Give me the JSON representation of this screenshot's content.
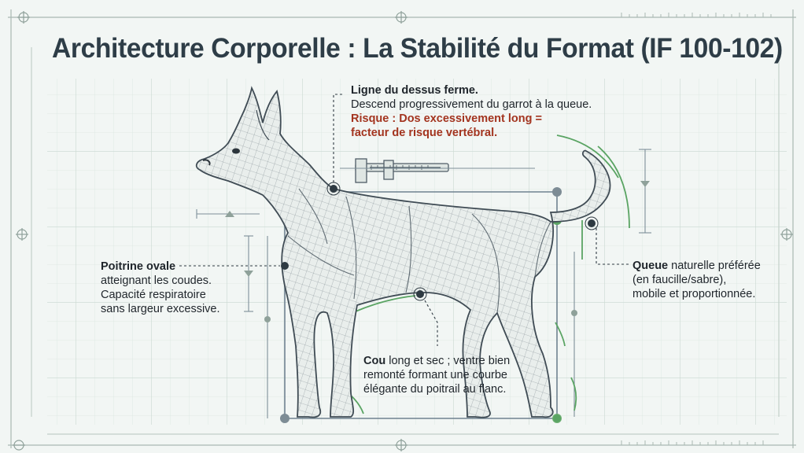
{
  "title": "Architecture Corporelle : La Stabilité du Format (IF 100-102)",
  "annotations": {
    "topline": {
      "heading": "Ligne du dessus ferme.",
      "line1": "Descend progressivement du garrot à la queue.",
      "risk1": "Risque : Dos excessivement long =",
      "risk2": "facteur de risque vertébral."
    },
    "chest": {
      "heading": "Poitrine ovale",
      "line1": "atteignant les coudes.",
      "line2": "Capacité respiratoire",
      "line3": "sans largeur excessive."
    },
    "tail": {
      "heading": "Queue",
      "line1_rest": " naturelle préférée",
      "line2": "(en faucille/sabre),",
      "line3": "mobile et proportionnée."
    },
    "neck": {
      "heading": "Cou",
      "line1_rest": " long et sec ; ventre bien",
      "line2": "remonté formant une courbe",
      "line3": "élégante du poitrail au flanc."
    }
  },
  "colors": {
    "background": "#f2f6f4",
    "grid": "#cfdcd6",
    "wireframe": "#5d6a73",
    "measure": "#6f8290",
    "accent_green": "#5aa463",
    "risk_red": "#a3341f",
    "title": "#2e3d47"
  },
  "icons": [
    "caliper-icon",
    "target-marker-icon",
    "crosshair-icon",
    "ruler-icon"
  ]
}
